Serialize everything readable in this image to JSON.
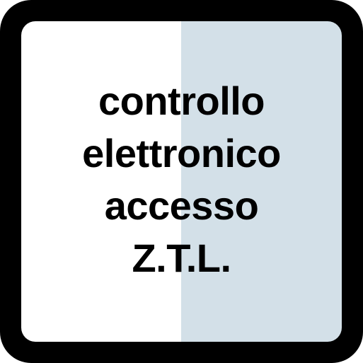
{
  "sign": {
    "lines": [
      "controllo",
      "elettronico",
      "accesso",
      "Z.T.L."
    ],
    "colors": {
      "border": "#000000",
      "left_panel": "#ffffff",
      "right_panel": "#d3e0e8",
      "text": "#000000"
    }
  }
}
